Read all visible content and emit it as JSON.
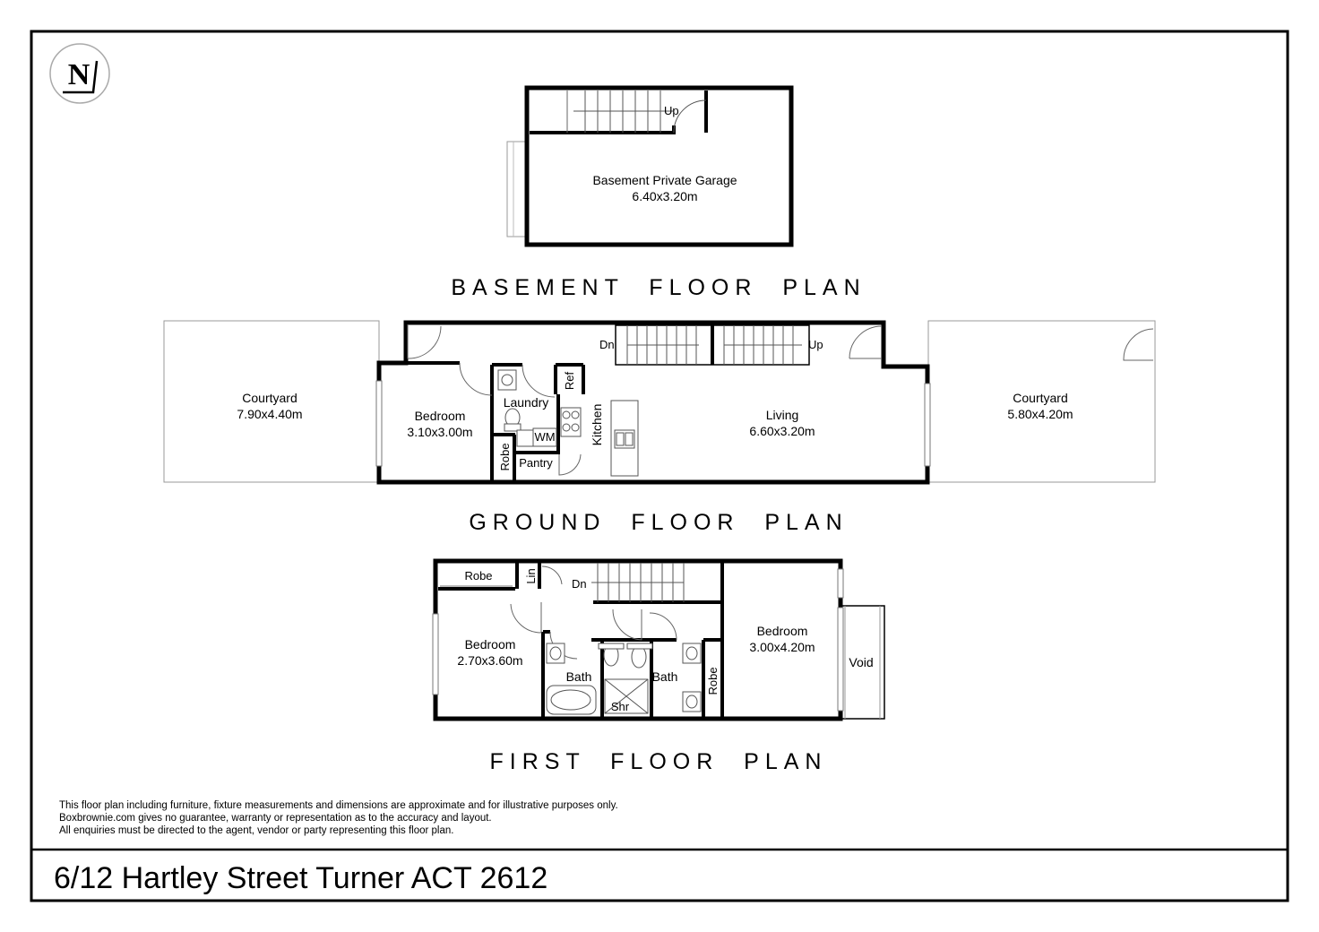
{
  "logo": {
    "letter": "N"
  },
  "basement": {
    "heading": "BASEMENT  FLOOR  PLAN",
    "garage_name": "Basement Private Garage",
    "garage_size": "6.40x3.20m",
    "stair_label": "Up"
  },
  "ground": {
    "heading": "GROUND  FLOOR  PLAN",
    "courtyard_left_name": "Courtyard",
    "courtyard_left_size": "7.90x4.40m",
    "bedroom_name": "Bedroom",
    "bedroom_size": "3.10x3.00m",
    "laundry": "Laundry",
    "ref": "Ref",
    "kitchen": "Kitchen",
    "wm": "WM",
    "robe": "Robe",
    "pantry": "Pantry",
    "living_name": "Living",
    "living_size": "6.60x3.20m",
    "dn": "Dn",
    "up": "Up",
    "courtyard_right_name": "Courtyard",
    "courtyard_right_size": "5.80x4.20m"
  },
  "first": {
    "heading": "FIRST  FLOOR  PLAN",
    "robe_top": "Robe",
    "lin": "Lin",
    "dn": "Dn",
    "bedroom_left_name": "Bedroom",
    "bedroom_left_size": "2.70x3.60m",
    "bath_left": "Bath",
    "shr": "Shr",
    "bath_right": "Bath",
    "robe_side": "Robe",
    "bedroom_right_name": "Bedroom",
    "bedroom_right_size": "3.00x4.20m",
    "void": "Void"
  },
  "disclaimer": [
    "This floor plan including furniture, fixture measurements and dimensions are approximate and for illustrative purposes only.",
    "Boxbrownie.com gives no guarantee, warranty or representation as to the accuracy and layout.",
    "All enquiries must be directed to the agent, vendor or party representing this floor plan."
  ],
  "address": "6/12 Hartley Street Turner ACT 2612"
}
